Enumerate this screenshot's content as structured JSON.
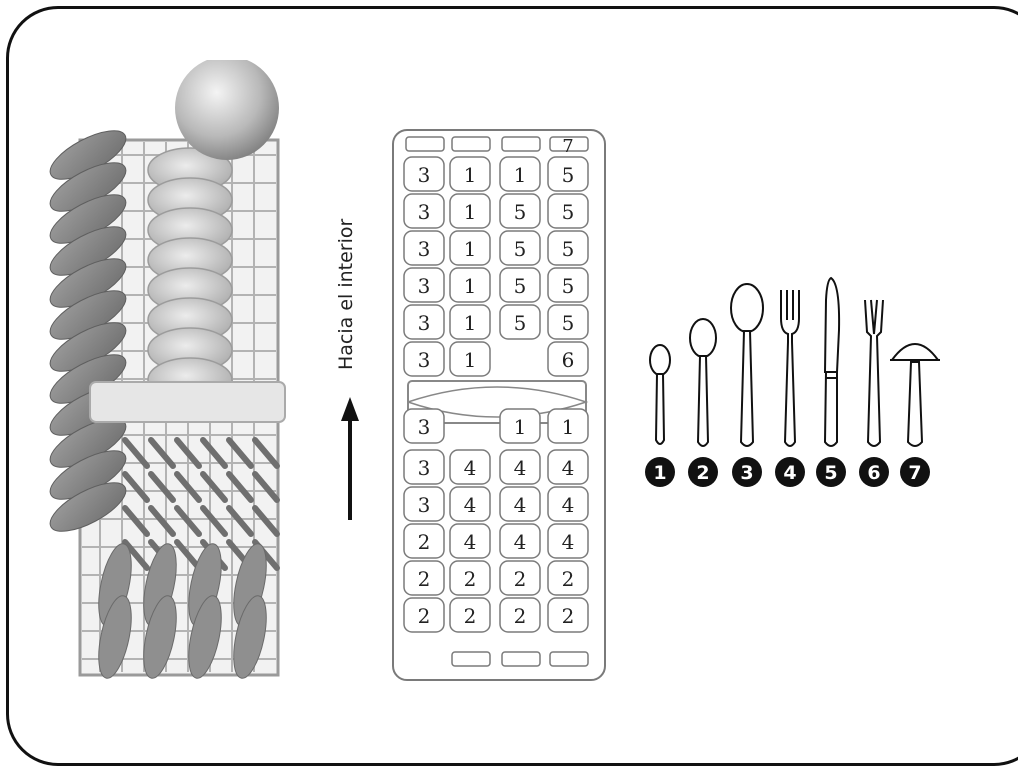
{
  "direction_label": "Hacia el interior",
  "basket": {
    "top_tabs": [
      "",
      "",
      "",
      "7"
    ],
    "rows": [
      [
        "3",
        "1",
        "1",
        "5"
      ],
      [
        "3",
        "1",
        "5",
        "5"
      ],
      [
        "3",
        "1",
        "5",
        "5"
      ],
      [
        "3",
        "1",
        "5",
        "5"
      ],
      [
        "3",
        "1",
        "5",
        "5"
      ],
      [
        "3",
        "1",
        "",
        "6"
      ],
      [
        "3",
        "",
        "1",
        "1"
      ],
      [
        "3",
        "4",
        "4",
        "4"
      ],
      [
        "3",
        "4",
        "4",
        "4"
      ],
      [
        "2",
        "4",
        "4",
        "4"
      ],
      [
        "2",
        "2",
        "2",
        "2"
      ],
      [
        "2",
        "2",
        "2",
        "2"
      ]
    ]
  },
  "legend": [
    "1",
    "2",
    "3",
    "4",
    "5",
    "6",
    "7"
  ],
  "colors": {
    "line": "#111111",
    "gray_dark": "#8a8a8a",
    "gray_light": "#d7d7d7"
  }
}
